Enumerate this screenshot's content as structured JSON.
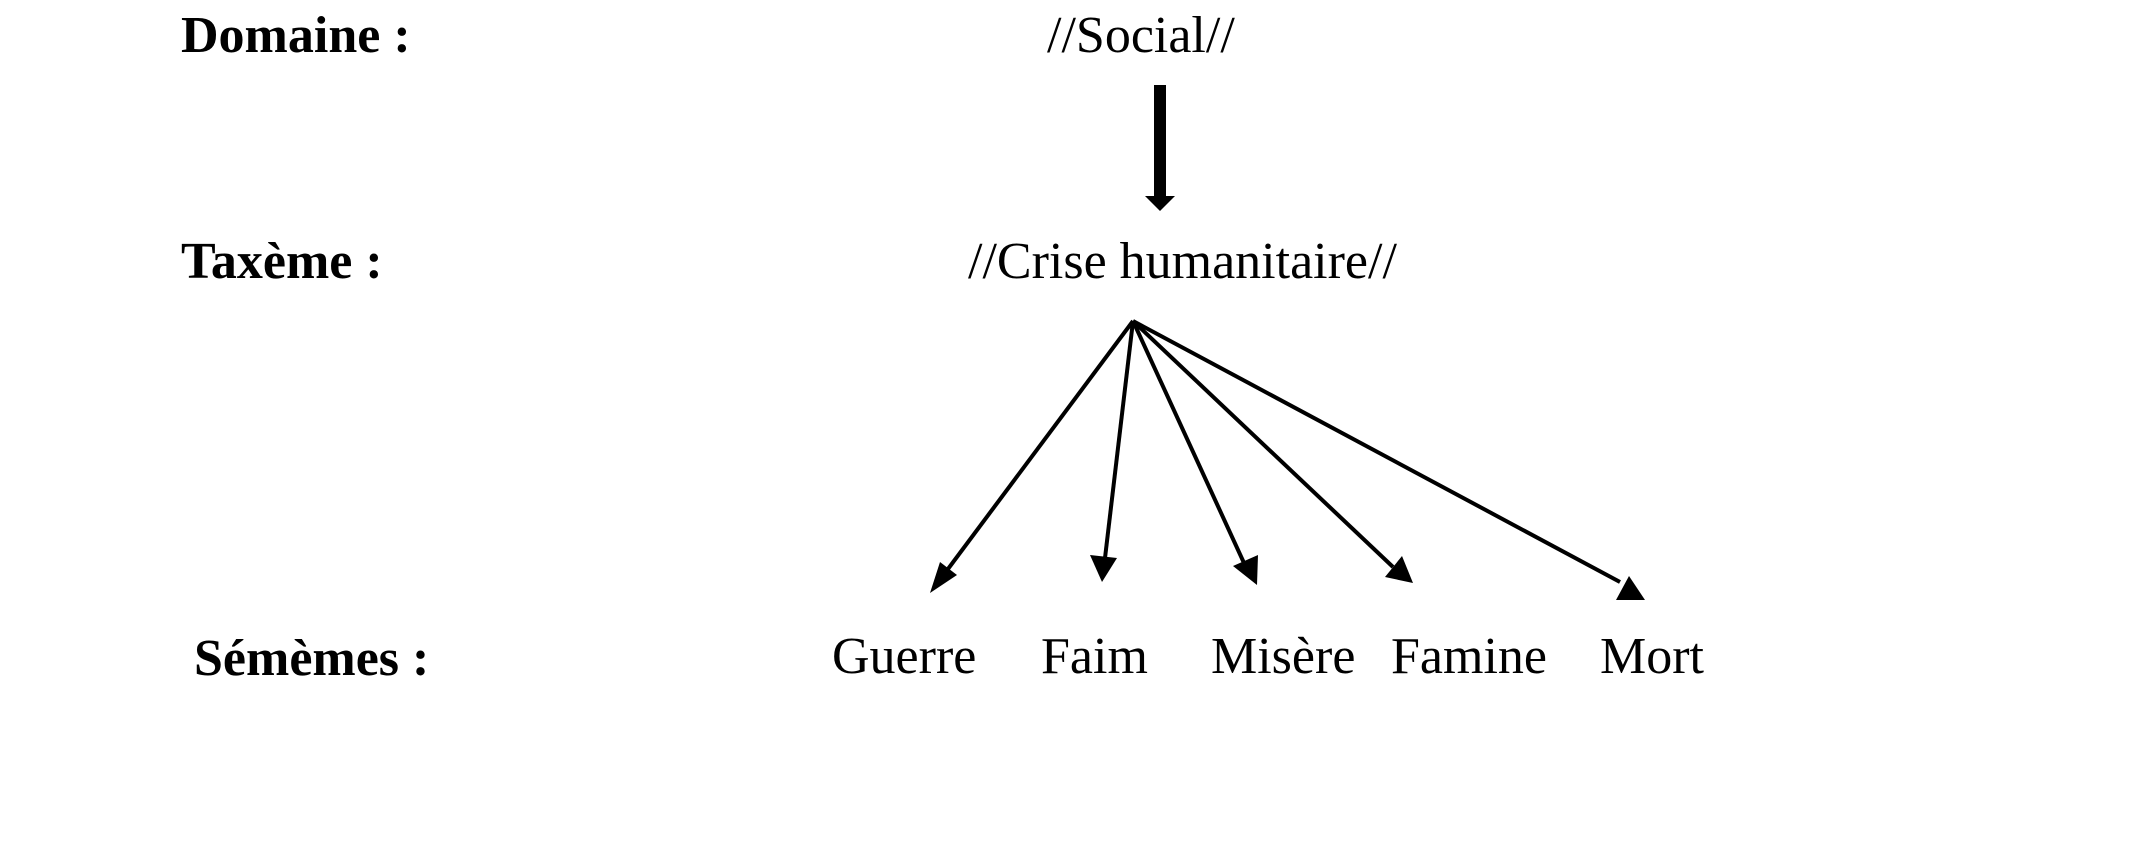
{
  "labels": {
    "domaine": "Domaine :",
    "taxeme": "Taxème :",
    "sememes": "Sémèmes :"
  },
  "domain": "//Social//",
  "taxeme": "//Crise humanitaire//",
  "sememes": [
    "Guerre",
    "Faim",
    "Misère",
    "Famine",
    "Mort"
  ],
  "colors": {
    "ink": "#000000",
    "background": "#ffffff"
  }
}
